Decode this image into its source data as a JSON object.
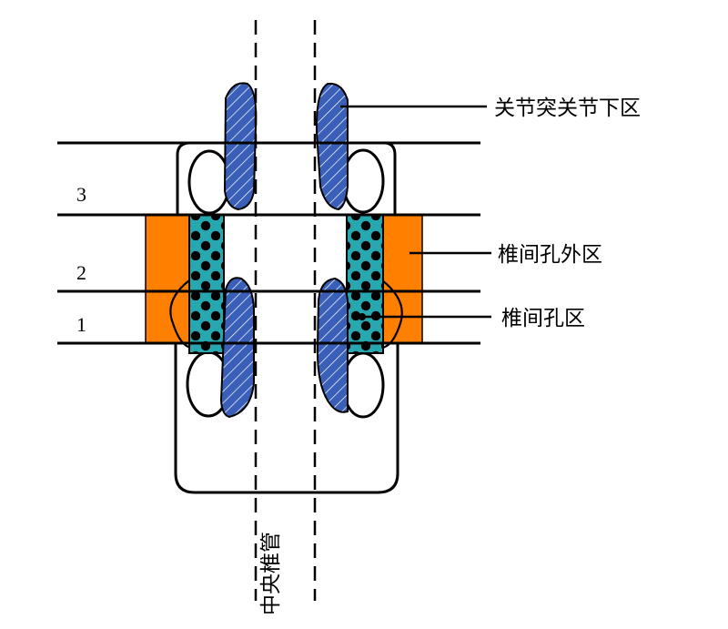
{
  "diagram": {
    "level_numbers": [
      "1",
      "2",
      "3"
    ],
    "zone_labels": {
      "facet": "关节突关节下区",
      "extraforaminal": "椎间孔外区",
      "foraminal": "椎间孔区"
    },
    "canal_label": "中央椎管",
    "colors": {
      "facet_blue": "#3a5fb8",
      "foramen_teal": "#27a8b0",
      "extraforaminal_orange": "#ff8000",
      "line": "#000000"
    }
  }
}
